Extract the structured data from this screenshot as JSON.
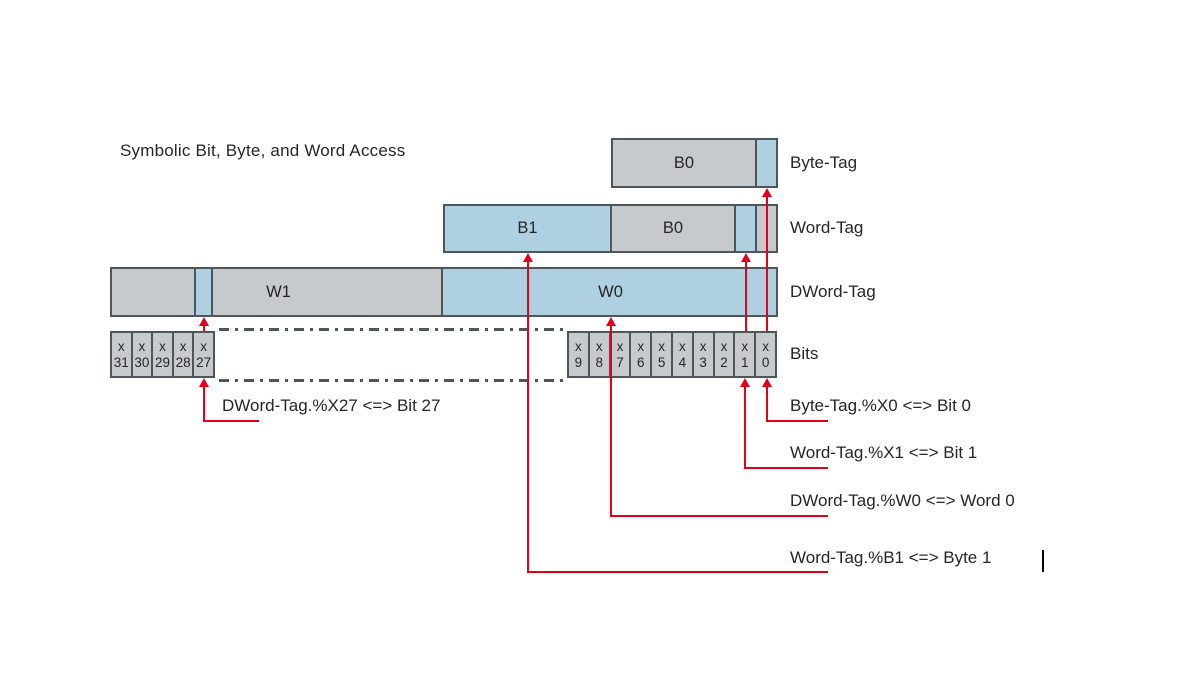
{
  "title": "Symbolic Bit, Byte, and Word Access",
  "colors": {
    "box_gray": "#c6cacd",
    "box_blue": "#aed0e0",
    "border": "#4d565a",
    "red": "#e2001a",
    "text": "#262626"
  },
  "rows": {
    "byte_tag": {
      "label": "Byte-Tag",
      "b0": "B0"
    },
    "word_tag": {
      "label": "Word-Tag",
      "b1": "B1",
      "b0": "B0"
    },
    "dword_tag": {
      "label": "DWord-Tag",
      "w1": "W1",
      "w0": "W0"
    },
    "bits": {
      "label": "Bits",
      "marker": "x",
      "left_numbers": [
        "31",
        "30",
        "29",
        "28",
        "27"
      ],
      "right_numbers": [
        "9",
        "8",
        "7",
        "6",
        "5",
        "4",
        "3",
        "2",
        "1",
        "0"
      ]
    }
  },
  "annotations": [
    {
      "id": "x27",
      "text": "DWord-Tag.%X27 <=> Bit 27"
    },
    {
      "id": "x0",
      "text": "Byte-Tag.%X0 <=> Bit 0"
    },
    {
      "id": "x1",
      "text": "Word-Tag.%X1 <=> Bit 1"
    },
    {
      "id": "w0",
      "text": "DWord-Tag.%W0 <=> Word 0"
    },
    {
      "id": "b1",
      "text": "Word-Tag.%B1 <=> Byte 1"
    }
  ]
}
